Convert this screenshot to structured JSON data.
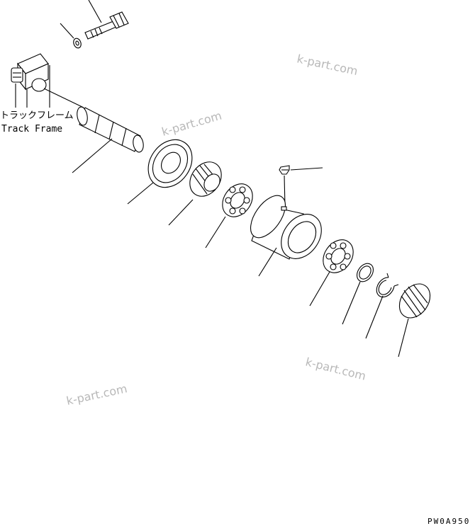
{
  "labels": {
    "track_frame_jp": "トラックフレーム",
    "track_frame_en": "Track Frame"
  },
  "watermarks": [
    "k-part.com",
    "k-part.com",
    "k-part.com",
    "k-part.com"
  ],
  "figure_code": "PW0A950"
}
